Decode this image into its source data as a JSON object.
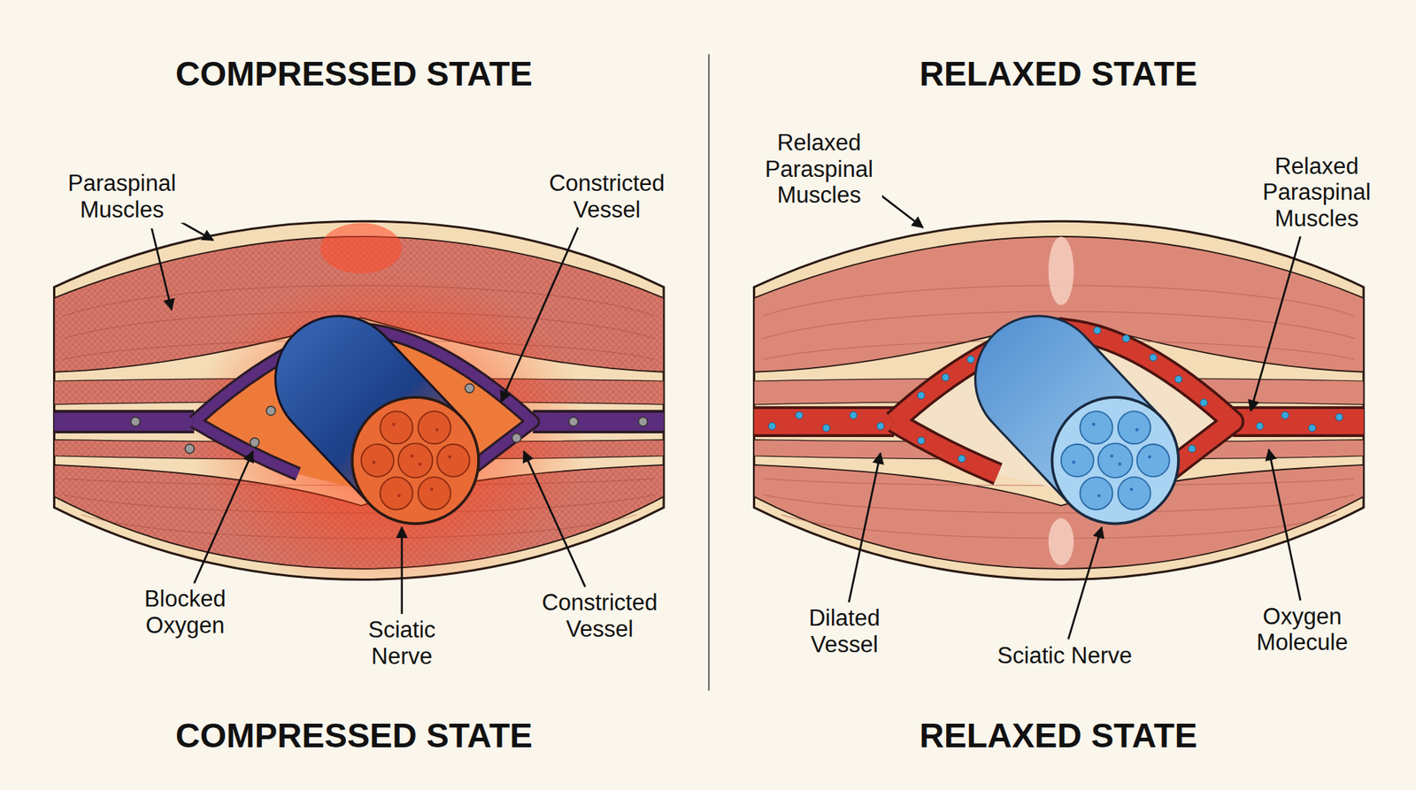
{
  "diagram": {
    "labels": [
      "COMPRESSED STATE",
      "RELAXED STATE",
      "Paraspinal Muscles",
      "Constricted Vessel",
      "Blocked Oxygen",
      "Sciatic Nerve",
      "Constricted Vessel",
      "COMPRESSED STATE",
      "Relaxed Paraspinal Muscles",
      "Relaxed Paraspinal Muscles",
      "Dilated Vessel",
      "Sciatic Nerve",
      "Oxygen Molecule",
      "RELAXED STATE"
    ]
  }
}
